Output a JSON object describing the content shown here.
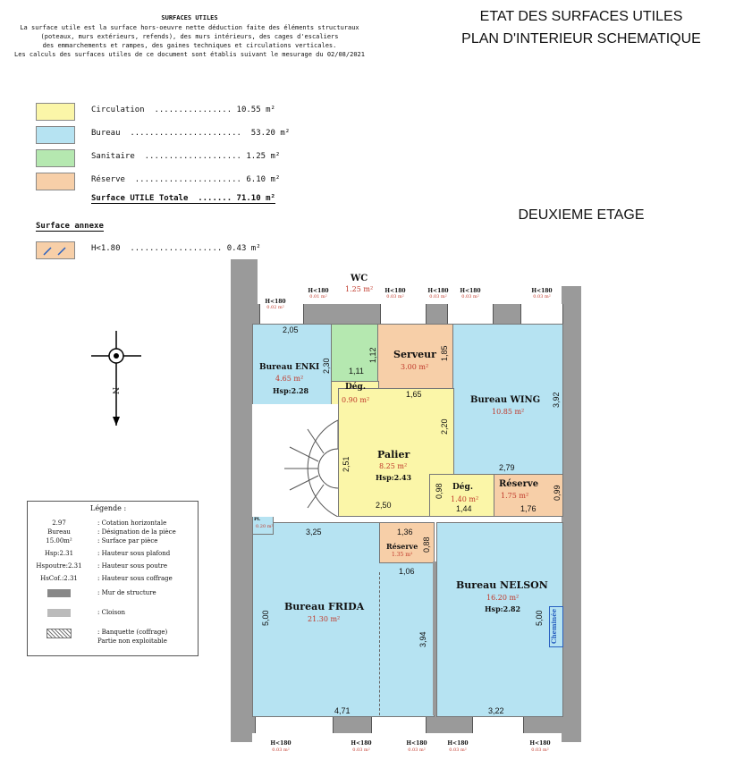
{
  "header": {
    "title": "SURFACES UTILES",
    "lines": [
      "La surface utile est la surface hors-oeuvre nette déduction faite des éléments structuraux",
      "(poteaux, murs extérieurs, refends), des murs intérieurs, des cages d'escaliers",
      "des emmarchements et rampes, des gaines techniques et circulations verticales.",
      "Les calculs des surfaces utiles de ce document sont établis suivant le mesurage du 02/08/2021"
    ]
  },
  "main_title": {
    "line1": "ETAT DES SURFACES UTILES",
    "line2": "PLAN D'INTERIEUR SCHEMATIQUE",
    "floor": "DEUXIEME ETAGE"
  },
  "legend": {
    "items": [
      {
        "text": "Circulation  ................ 10.55 m²",
        "color": "#fbf6a8"
      },
      {
        "text": "Bureau  .......................  53.20 m²",
        "color": "#b6e3f2"
      },
      {
        "text": "Sanitaire  .................... 1.25 m²",
        "color": "#b5e8b0"
      },
      {
        "text": "Réserve  ...................... 6.10 m²",
        "color": "#f7cfa8"
      }
    ],
    "total": "Surface UTILE Totale  ....... 71.10 m²",
    "annex_title": "Surface annexe",
    "annex": "H<1.80  ................... 0.43 m²"
  },
  "legende": {
    "title": "Légende :",
    "rows": [
      {
        "code": "2.97",
        "desc": ": Cotation horizontale"
      },
      {
        "code": "Bureau",
        "desc": ": Désignation de la pièce"
      },
      {
        "code": "15.00m²",
        "desc": ": Surface par pièce"
      },
      {
        "code": "Hsp:2.31",
        "desc": ": Hauteur sous plafond"
      },
      {
        "code": "Hspoutre:2.31",
        "desc": ": Hauteur sous poutre"
      },
      {
        "code": "HsCof.:2.31",
        "desc": ": Hauteur sous coffrage"
      },
      {
        "code": "",
        "desc": ": Mur de structure"
      },
      {
        "code": "",
        "desc": ": Cloison"
      },
      {
        "code": "",
        "desc": ": Banquette (coffrage)"
      },
      {
        "code": "",
        "desc": "Partie non exploitable"
      }
    ]
  },
  "rooms": {
    "wc": {
      "name": "WC",
      "area": "1.25 m²"
    },
    "enki": {
      "name": "Bureau ENKI",
      "area": "4.65 m²",
      "hsp": "Hsp:2.28"
    },
    "serveur": {
      "name": "Serveur",
      "area": "3.00 m²"
    },
    "wing": {
      "name": "Bureau WING",
      "area": "10.85 m²"
    },
    "deg1": {
      "name": "Dég.",
      "area": "0.90 m²"
    },
    "palier": {
      "name": "Palier",
      "area": "8.25 m²",
      "hsp": "Hsp:2.43"
    },
    "deg2": {
      "name": "Dég.",
      "area": "1.40 m²"
    },
    "reserve1": {
      "name": "Réserve",
      "area": "1.75 m²"
    },
    "pl": {
      "name": "Pl.",
      "area": "0.20 m²"
    },
    "reserve2": {
      "name": "Réserve",
      "area": "1.35 m²"
    },
    "frida": {
      "name": "Bureau FRIDA",
      "area": "21.30 m²"
    },
    "nelson": {
      "name": "Bureau NELSON",
      "area": "16.20 m²",
      "hsp": "Hsp:2.82"
    },
    "cheminee": "Cheminée"
  },
  "dims": {
    "d205": "2,05",
    "d230": "2,30",
    "d111": "1,11",
    "d112": "1,12",
    "d185": "1,85",
    "d165": "1,65",
    "d392": "3,92",
    "d220": "2,20",
    "d251": "2,51",
    "d279": "2,79",
    "d098": "0,98",
    "d144": "1,44",
    "d176": "1,76",
    "d099": "0,99",
    "d250": "2,50",
    "d325": "3,25",
    "d136": "1,36",
    "d088": "0,88",
    "d106": "1,06",
    "d500a": "5,00",
    "d394": "3,94",
    "d500b": "5,00",
    "d471": "4,71",
    "d322": "3,22"
  },
  "heights": {
    "label": "H<180",
    "subs": [
      "0.02 m²",
      "0.01 m²",
      "0.03 m²",
      "0.03 m²",
      "0.03 m²",
      "0.03 m²"
    ],
    "bottom_subs": [
      "0.03 m²",
      "0.03 m²",
      "0.03 m²",
      "0.03 m²",
      "0.03 m²"
    ]
  },
  "compass": {
    "n": "N"
  },
  "colors": {
    "circulation": "#fbf6a8",
    "bureau": "#b6e3f2",
    "sanitaire": "#b5e8b0",
    "reserve": "#f7cfa8",
    "wall": "#9a9a9a"
  }
}
